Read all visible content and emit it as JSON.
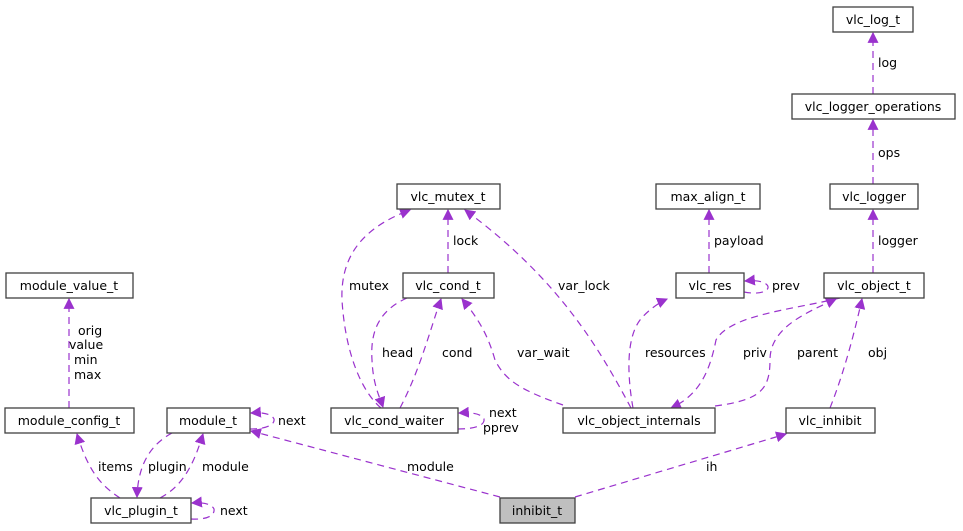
{
  "colors": {
    "edge": "#9a32cd",
    "focus_fill": "#bfbfbf",
    "node_border": "#404040"
  },
  "nodes": {
    "vlc_log_t": "vlc_log_t",
    "vlc_logger_operations": "vlc_logger_operations",
    "vlc_logger": "vlc_logger",
    "vlc_object_t": "vlc_object_t",
    "max_align_t": "max_align_t",
    "vlc_res": "vlc_res",
    "vlc_mutex_t": "vlc_mutex_t",
    "vlc_cond_t": "vlc_cond_t",
    "module_value_t": "module_value_t",
    "module_config_t": "module_config_t",
    "module_t": "module_t",
    "vlc_cond_waiter": "vlc_cond_waiter",
    "vlc_object_internals": "vlc_object_internals",
    "vlc_inhibit": "vlc_inhibit",
    "vlc_plugin_t": "vlc_plugin_t",
    "inhibit_t": "inhibit_t"
  },
  "edges": {
    "log": "log",
    "ops": "ops",
    "logger": "logger",
    "payload": "payload",
    "res_prev": "prev",
    "lock": "lock",
    "mutex": "mutex",
    "var_lock": "var_lock",
    "head": "head",
    "cond": "cond",
    "var_wait": "var_wait",
    "resources": "resources",
    "priv": "priv",
    "parent": "parent",
    "obj": "obj",
    "ih": "ih",
    "inhibit_module": "module",
    "module_next": "next",
    "waiter_next": "next",
    "waiter_pprev": "pprev",
    "config_orig": "orig",
    "config_value": "value",
    "config_min": "min",
    "config_max": "max",
    "items": "items",
    "plugin": "plugin",
    "plugin_module": "module",
    "plugin_next": "next"
  }
}
